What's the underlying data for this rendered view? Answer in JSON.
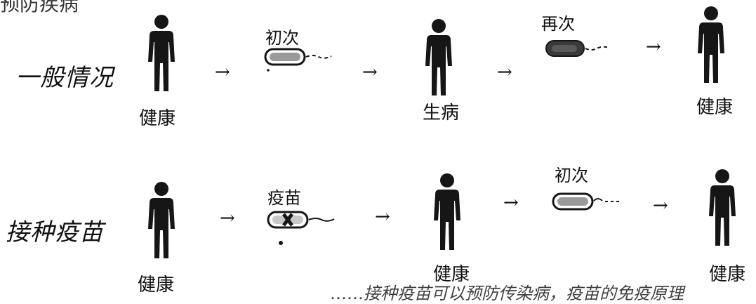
{
  "fragments": {
    "top_left": "预防疾病",
    "bottom_right": "……接种疫苗可以预防传染病，疫苗的免疫原理"
  },
  "rows": {
    "general": {
      "label": "一般情况",
      "person1": "健康",
      "first_microbe": "初次",
      "person2": "生病",
      "second_microbe": "再次",
      "person3": "健康"
    },
    "vaccine": {
      "label": "接种疫苗",
      "person1": "健康",
      "vaccine": "疫苗",
      "person2": "健康",
      "first_microbe": "初次",
      "person3": "健康"
    }
  },
  "arrow_symbol": "→",
  "colors": {
    "figure": "#161616",
    "microbe_fill": "#9a9a9a",
    "microbe_dark": "#3a3a3a",
    "text": "#111111"
  }
}
